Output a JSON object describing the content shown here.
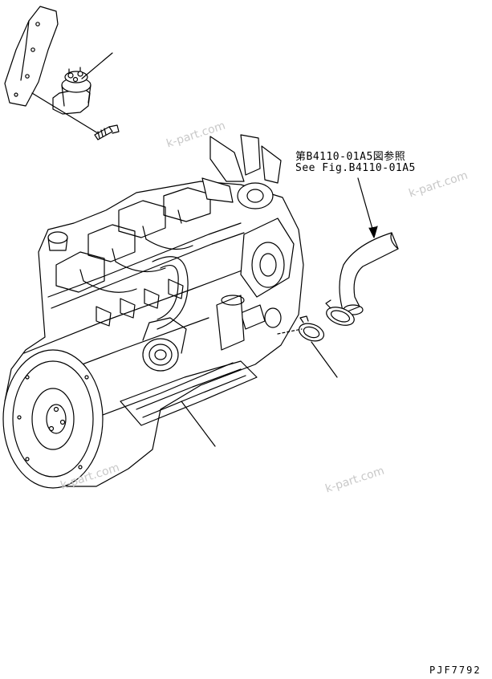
{
  "reference": {
    "japanese": "第B4110-01A5図参照",
    "english": "See Fig.B4110-01A5"
  },
  "drawing_code": "PJF7792",
  "watermark": "k-part.com",
  "colors": {
    "line": "#000000",
    "watermark": "#c8c8c8",
    "background": "#ffffff"
  }
}
